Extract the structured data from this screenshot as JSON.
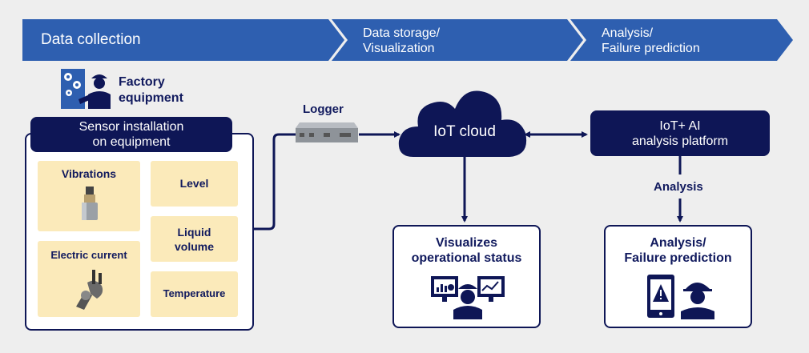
{
  "header": {
    "stage1": "Data collection",
    "stage2_line1": "Data storage/",
    "stage2_line2": "Visualization",
    "stage3_line1": "Analysis/",
    "stage3_line2": "Failure prediction"
  },
  "factory": {
    "line1": "Factory",
    "line2": "equipment"
  },
  "sensor_box": {
    "title_line1": "Sensor installation",
    "title_line2": "on equipment",
    "tiles": {
      "vibrations": "Vibrations",
      "level": "Level",
      "liquid_line1": "Liquid",
      "liquid_line2": "volume",
      "electric": "Electric current",
      "temperature": "Temperature"
    }
  },
  "logger": {
    "label": "Logger"
  },
  "cloud": {
    "label": "IoT cloud"
  },
  "platform": {
    "line1": "IoT+ AI",
    "line2": "analysis platform"
  },
  "analysis_label": "Analysis",
  "visualize_box": {
    "line1": "Visualizes",
    "line2": "operational status"
  },
  "analysis_box": {
    "line1": "Analysis/",
    "line2": "Failure prediction"
  },
  "colors": {
    "chevron": "#2e5fb0",
    "navy": "#0e1656",
    "tile": "#fbeaba",
    "background": "#eeeeee"
  }
}
